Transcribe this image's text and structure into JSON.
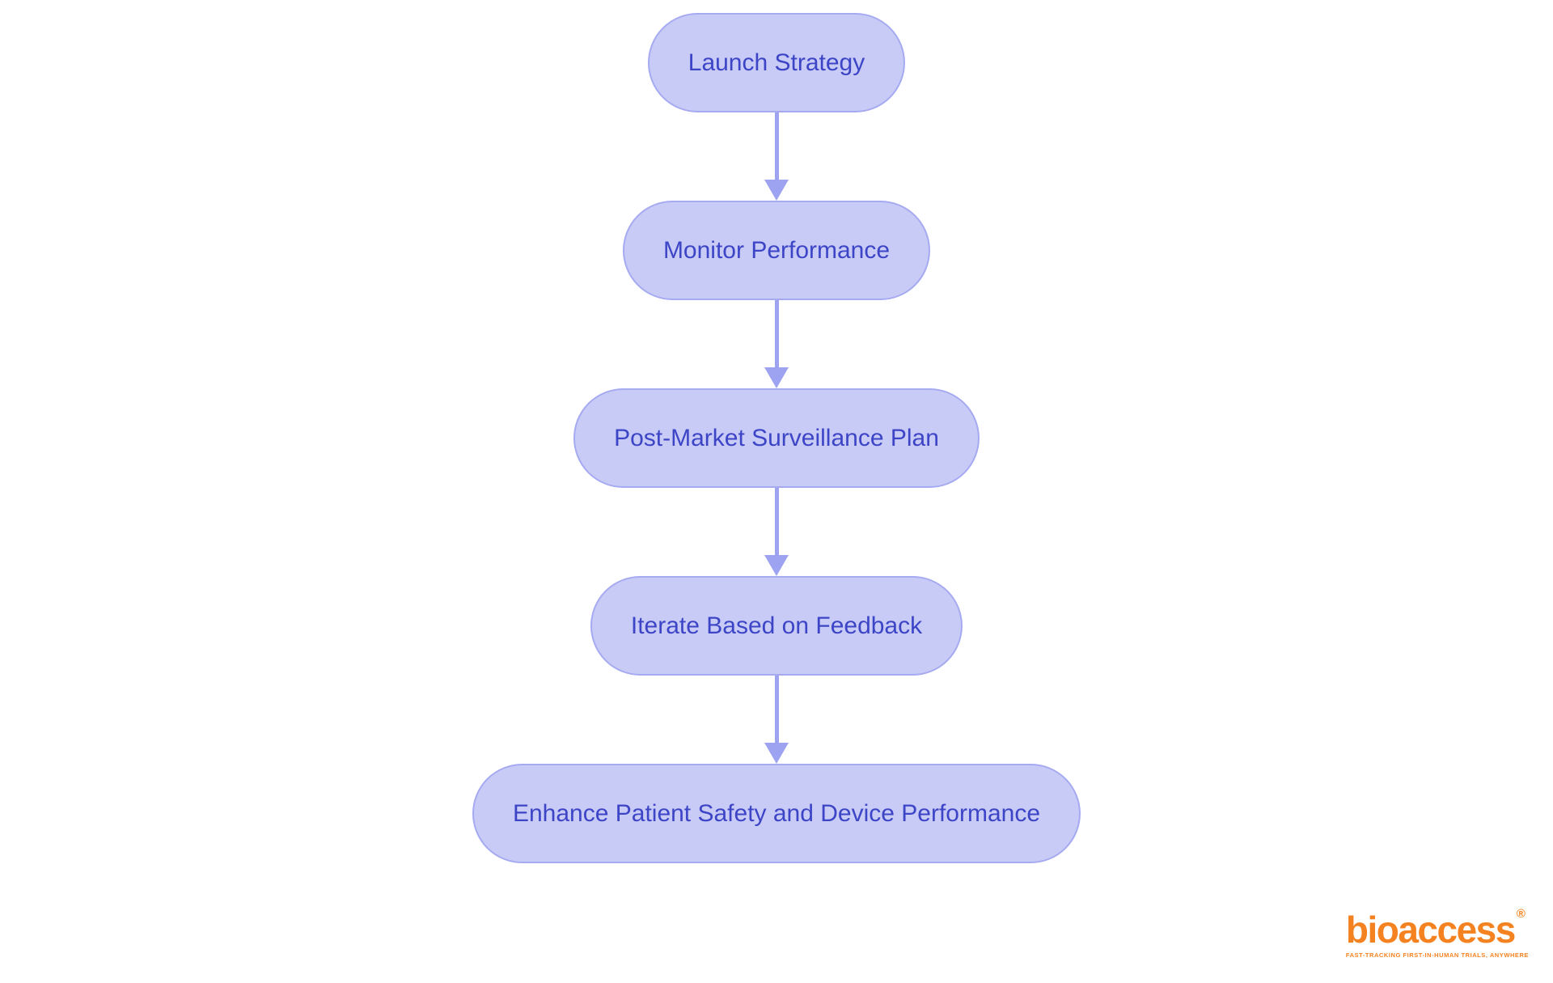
{
  "diagram": {
    "type": "flowchart",
    "direction": "top-down",
    "nodes": [
      {
        "id": 0,
        "label": "Launch Strategy"
      },
      {
        "id": 1,
        "label": "Monitor Performance"
      },
      {
        "id": 2,
        "label": "Post-Market Surveillance Plan"
      },
      {
        "id": 3,
        "label": "Iterate Based on Feedback"
      },
      {
        "id": 4,
        "label": "Enhance Patient Safety and Device Performance"
      }
    ],
    "edges": [
      {
        "from": 0,
        "to": 1
      },
      {
        "from": 1,
        "to": 2
      },
      {
        "from": 2,
        "to": 3
      },
      {
        "from": 3,
        "to": 4
      }
    ],
    "colors": {
      "node_fill": "#c9cbf7",
      "node_border": "#a5aaf1",
      "node_text": "#3d45c7",
      "arrow": "#9da3f1",
      "background": "#ffffff"
    }
  },
  "logo": {
    "brand": "bioaccess",
    "registered_mark": "®",
    "tagline": "FAST-TRACKING FIRST-IN-HUMAN TRIALS, ANYWHERE",
    "color": "#f58220"
  }
}
